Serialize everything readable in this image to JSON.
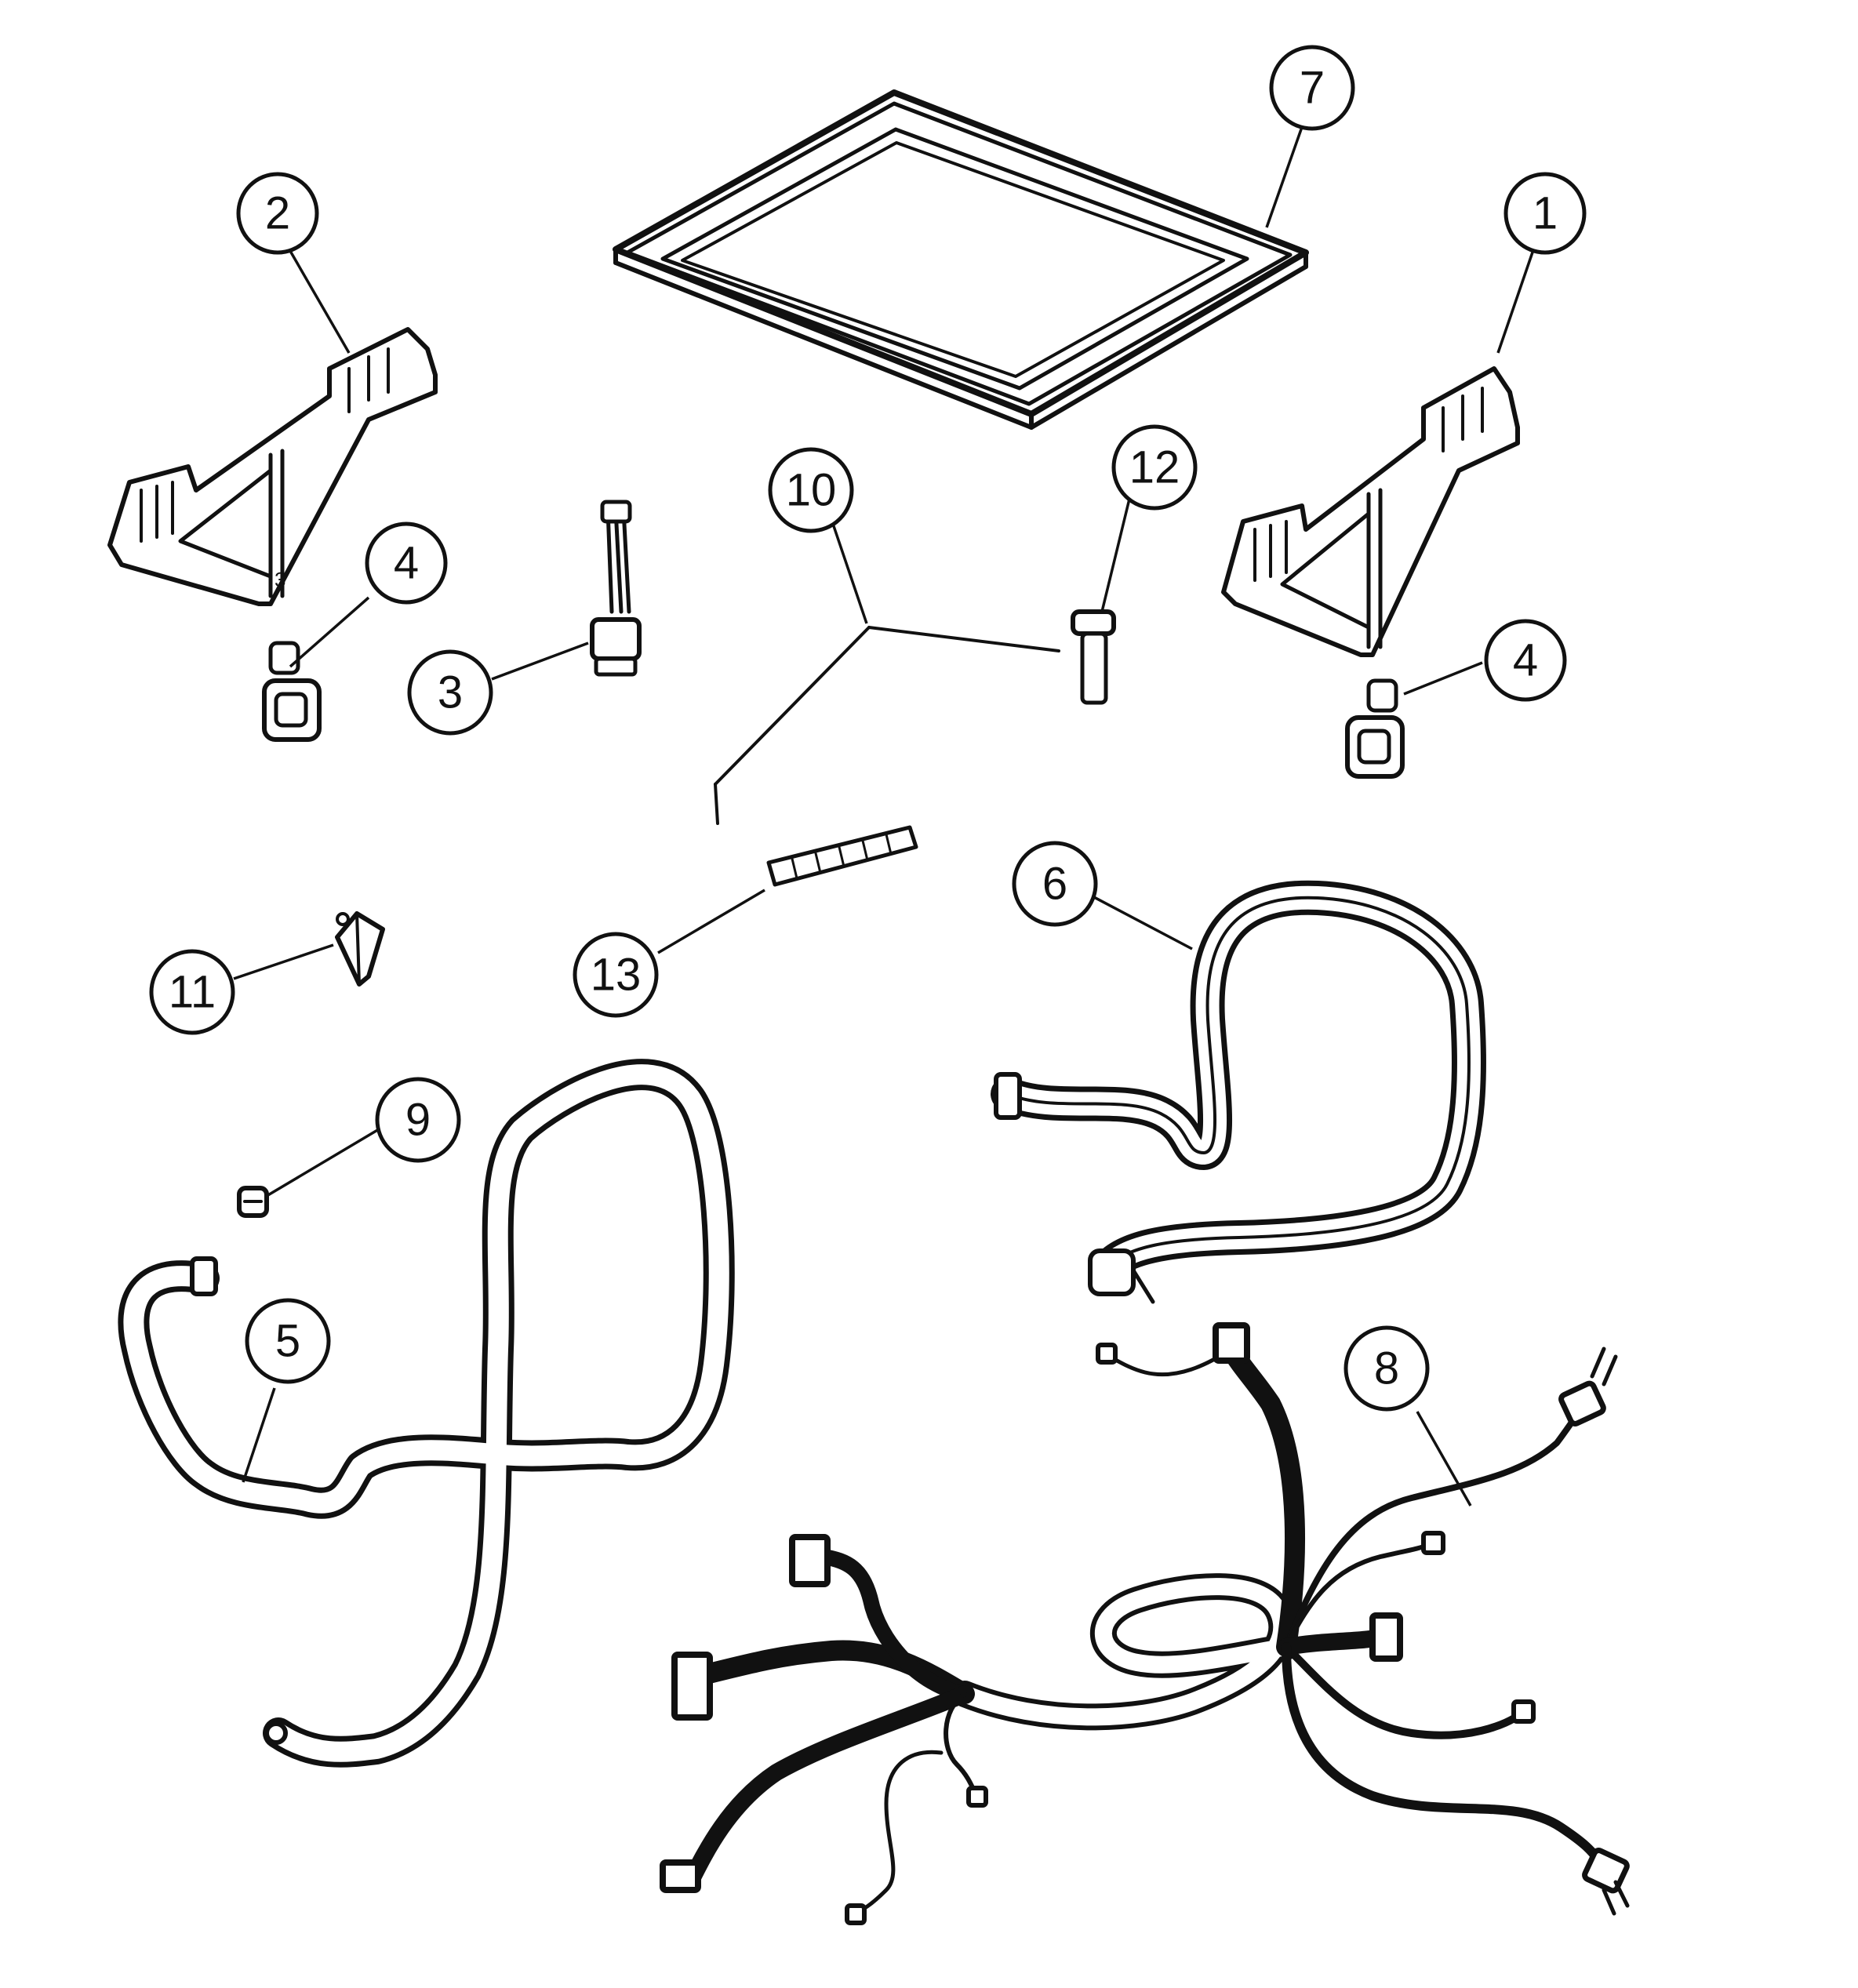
{
  "diagram": {
    "callouts": [
      {
        "id": "c1",
        "label": "1"
      },
      {
        "id": "c2",
        "label": "2"
      },
      {
        "id": "c3",
        "label": "3"
      },
      {
        "id": "c4a",
        "label": "4"
      },
      {
        "id": "c4b",
        "label": "4"
      },
      {
        "id": "c5",
        "label": "5"
      },
      {
        "id": "c6",
        "label": "6"
      },
      {
        "id": "c7",
        "label": "7"
      },
      {
        "id": "c8",
        "label": "8"
      },
      {
        "id": "c9",
        "label": "9"
      },
      {
        "id": "c10",
        "label": "10"
      },
      {
        "id": "c11",
        "label": "11"
      },
      {
        "id": "c12",
        "label": "12"
      },
      {
        "id": "c13",
        "label": "13"
      }
    ],
    "colors": {
      "ink": "#111111",
      "background": "#ffffff"
    }
  }
}
